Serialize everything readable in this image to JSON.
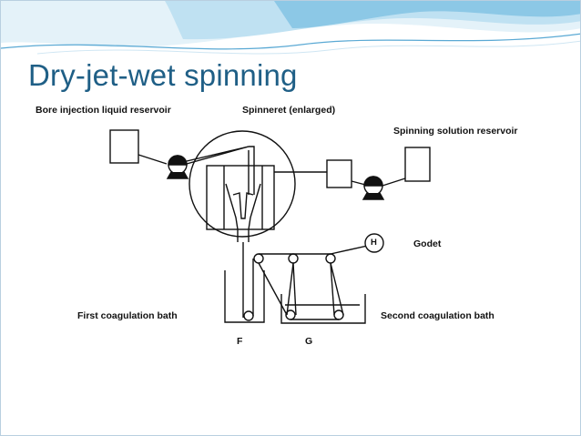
{
  "slide": {
    "title": "Dry-jet-wet spinning"
  },
  "diagram": {
    "labels": {
      "bore_reservoir": "Bore injection liquid  reservoir",
      "spinneret": "Spinneret (enlarged)",
      "solution_reservoir": "Spinning solution reservoir",
      "godet": "Godet",
      "godet_symbol": "H",
      "first_bath": "First coagulation bath",
      "second_bath": "Second coagulation bath",
      "marker_f": "F",
      "marker_g": "G"
    }
  },
  "colors": {
    "title": "#1f5f86",
    "wave_light": "#d7ecf6",
    "wave_mid": "#9fd0e9",
    "wave_dark": "#4aa3d3",
    "line": "#111111"
  }
}
